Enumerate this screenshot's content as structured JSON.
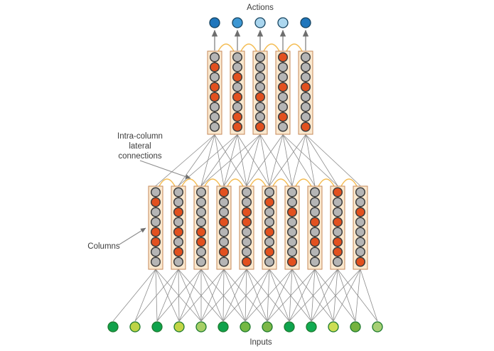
{
  "labels": {
    "actions": "Actions",
    "inputs": "Inputs",
    "columns": "Columns",
    "intra_line1": "Intra-column",
    "intra_line2": "lateral",
    "intra_line3": "connections"
  },
  "colors": {
    "column_fill": "#FAE8CE",
    "column_border": "#C6895A",
    "cell_gray": "#B5B5B5",
    "cell_red": "#E2511F",
    "cell_stroke": "#3C3C3C",
    "arc": "#F4BC52",
    "line": "#8C8C8C",
    "arrowhead": "#6E6E6E",
    "label_text": "#3D3D3D",
    "action_stroke": "#16435F",
    "input_stroke": "#1E7A2E"
  },
  "action_nodes": [
    "#1F76BC",
    "#3D97D3",
    "#A9D5EE",
    "#ACD7EF",
    "#1F76BC"
  ],
  "upper_columns": [
    "grgrrggg",
    "ggrgrgrr",
    "ggggrggr",
    "rggrggrg",
    "gggrgggr"
  ],
  "lower_columns": [
    "grggrrgg",
    "ggrgrgrg",
    "ggggrrgg",
    "rggrggrg",
    "ggrrgggr",
    "grggrgrg",
    "ggrggggr",
    "gggrgrgg",
    "rggrgrrg",
    "ggrggggr"
  ],
  "input_nodes": [
    "#12A24B",
    "#BCD346",
    "#0FA34C",
    "#C2D546",
    "#A6CF66",
    "#0FA24B",
    "#74B843",
    "#7CB748",
    "#0EA44E",
    "#12AB52",
    "#CCDE54",
    "#74B23E",
    "#A6CF74"
  ],
  "connections": {
    "upper_to_lower": [
      [
        0,
        0
      ],
      [
        0,
        1
      ],
      [
        0,
        2
      ],
      [
        0,
        3
      ],
      [
        0,
        4
      ],
      [
        1,
        1
      ],
      [
        1,
        2
      ],
      [
        1,
        3
      ],
      [
        1,
        4
      ],
      [
        1,
        5
      ],
      [
        2,
        2
      ],
      [
        2,
        3
      ],
      [
        2,
        4
      ],
      [
        2,
        5
      ],
      [
        2,
        6
      ],
      [
        3,
        4
      ],
      [
        3,
        5
      ],
      [
        3,
        6
      ],
      [
        3,
        7
      ],
      [
        3,
        8
      ],
      [
        4,
        5
      ],
      [
        4,
        6
      ],
      [
        4,
        7
      ],
      [
        4,
        8
      ],
      [
        4,
        9
      ]
    ],
    "lower_to_input": [
      [
        0,
        0
      ],
      [
        0,
        1
      ],
      [
        0,
        2
      ],
      [
        0,
        3
      ],
      [
        0,
        4
      ],
      [
        1,
        1
      ],
      [
        1,
        2
      ],
      [
        1,
        3
      ],
      [
        1,
        4
      ],
      [
        1,
        5
      ],
      [
        2,
        2
      ],
      [
        2,
        3
      ],
      [
        2,
        4
      ],
      [
        2,
        5
      ],
      [
        2,
        6
      ],
      [
        3,
        3
      ],
      [
        3,
        4
      ],
      [
        3,
        5
      ],
      [
        3,
        6
      ],
      [
        3,
        7
      ],
      [
        4,
        4
      ],
      [
        4,
        5
      ],
      [
        4,
        6
      ],
      [
        4,
        7
      ],
      [
        4,
        8
      ],
      [
        5,
        5
      ],
      [
        5,
        6
      ],
      [
        5,
        7
      ],
      [
        5,
        8
      ],
      [
        5,
        9
      ],
      [
        6,
        6
      ],
      [
        6,
        7
      ],
      [
        6,
        8
      ],
      [
        6,
        9
      ],
      [
        6,
        10
      ],
      [
        7,
        7
      ],
      [
        7,
        8
      ],
      [
        7,
        9
      ],
      [
        7,
        10
      ],
      [
        7,
        11
      ],
      [
        8,
        8
      ],
      [
        8,
        9
      ],
      [
        8,
        10
      ],
      [
        8,
        11
      ],
      [
        8,
        12
      ],
      [
        9,
        9
      ],
      [
        9,
        10
      ],
      [
        9,
        11
      ],
      [
        9,
        12
      ]
    ]
  }
}
